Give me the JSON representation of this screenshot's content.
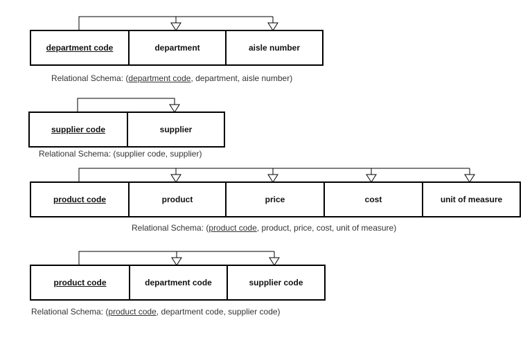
{
  "tables": [
    {
      "attributes": [
        "department code",
        "department",
        "aisle number"
      ],
      "schema": {
        "prefix": "Relational Schema: (",
        "key": "department code",
        "rest": ", department, aisle number)"
      }
    },
    {
      "attributes": [
        "supplier code",
        "supplier"
      ],
      "schema": {
        "prefix": "Relational Schema: (supplier code, supplier)",
        "key": "",
        "rest": ""
      }
    },
    {
      "attributes": [
        "product code",
        "product",
        "price",
        "cost",
        "unit of measure"
      ],
      "schema": {
        "prefix": "Relational Schema: (",
        "key": "product code",
        "rest": ", product, price, cost, unit of measure)"
      }
    },
    {
      "attributes": [
        "product code",
        "department code",
        "supplier code"
      ],
      "schema": {
        "prefix": "Relational Schema: (",
        "key": "product code",
        "rest": ", department code, supplier code)"
      }
    }
  ]
}
